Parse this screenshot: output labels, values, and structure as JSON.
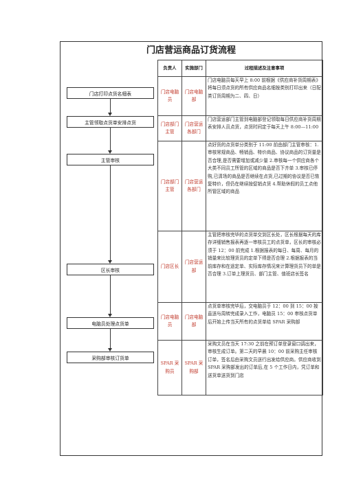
{
  "title": "门店营运商品订货流程",
  "headers": [
    "负责人",
    "实施部门",
    "过程描述及注意事项"
  ],
  "flow": [
    "门店打印点货名细表",
    "主管领取点货单安排点货",
    "主管审核",
    "区长审核",
    "电脑员处理点货单",
    "采购部审核订货单"
  ],
  "rows": [
    {
      "role": "门店电脑员",
      "dept": "门店电脑部",
      "desc": "门店电脑员每天早上 8:00 前根据《供应商补货周期表》将每日须点货的所有供应商品名细按类别打印出来（日配类订货周期为二、四、日）"
    },
    {
      "role": "门店部门主管",
      "dept": "门店营运各部门",
      "desc": "门店营运部门主管到电脑部登记领取每日供应商补货周期表安排人员点货，点货时间定于每天上午 8:00—11:00"
    },
    {
      "role": "门店部门主管",
      "dept": "门店营运各部门",
      "desc": "点好货的点货单分类别于 11:00 前由部门主管审核：1.审核常规商品、畅销品、特价商品、协议商品的订货量是否合理,是否需要增加或减少量 2.审核每一个供应商各个大类不同员工所管的区域的商品是否下齐单 3.审核已停购,已清场的商品是否继续在点货,已过期的协议是否已恢复特价，但仍在继续按促销点货 4.帮助休假的员工点他所管区域的商品"
    },
    {
      "role": "门店区长",
      "dept": "门店营运部",
      "desc": "主管把审核完毕的点货单交到区长处，区长根据每天的库存详细销售报表再逐一审核员工的点货单，区长的审核必须于 12：00 前完成 1.根据报表的每日、每周、每月的销量来比较理货员的定单下得是否合理 2.根据报表的当前库存和在途定单、实际库存情况来计算理货员下的单是否合理 3.订单上理货员、部门主管、值班店长签名"
    },
    {
      "role": "门店电脑员",
      "dept": "门店电脑部",
      "desc": "点货单审核完毕后，交电脑员于 12：00 到 15：00 按直送与周转完成录入工作，电脑员 15：00 审核点货单后开始上传当天所有的点货单给 SPAR 采购部"
    },
    {
      "role": "SPAR 采购员",
      "dept": "SPAR 采购部",
      "desc": "采购文员在当天 17:30 之前在预订单登录窗口调出来，审核生成订单。第二天的早晨 10：00 前采购主任审核订单，签名后由采购文员送行出发给供应商。供应商收到 SPAR 采购部发出的订单后,在 5 个工作日内，凭订单和送货单送货到门店"
    }
  ]
}
